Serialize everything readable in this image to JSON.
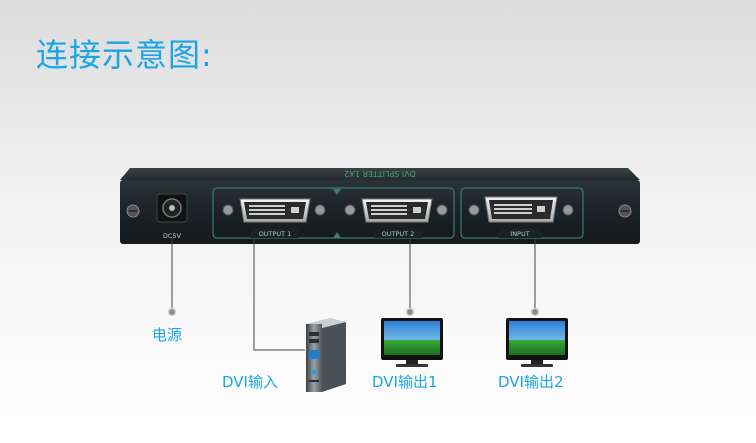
{
  "title": "连接示意图:",
  "device": {
    "top_inscription": "DVI SPLITTER 1X2",
    "power_port_label": "DC5V",
    "ports": [
      {
        "name": "output-1",
        "label": "OUTPUT 1"
      },
      {
        "name": "output-2",
        "label": "OUTPUT 2"
      },
      {
        "name": "input",
        "label": "INPUT"
      }
    ]
  },
  "callouts": {
    "power": "电源",
    "dvi_input": "DVI输入",
    "dvi_output_1": "DVI输出1",
    "dvi_output_2": "DVI输出2"
  },
  "colors": {
    "accent": "#1aa5e6",
    "device_body": "#1e2528",
    "panel_outline": "#3c7a6c",
    "connector_line": "#444444"
  },
  "icons": [
    "computer-tower-icon",
    "monitor-icon",
    "dvi-connector-icon",
    "power-jack-icon",
    "screw-icon"
  ]
}
